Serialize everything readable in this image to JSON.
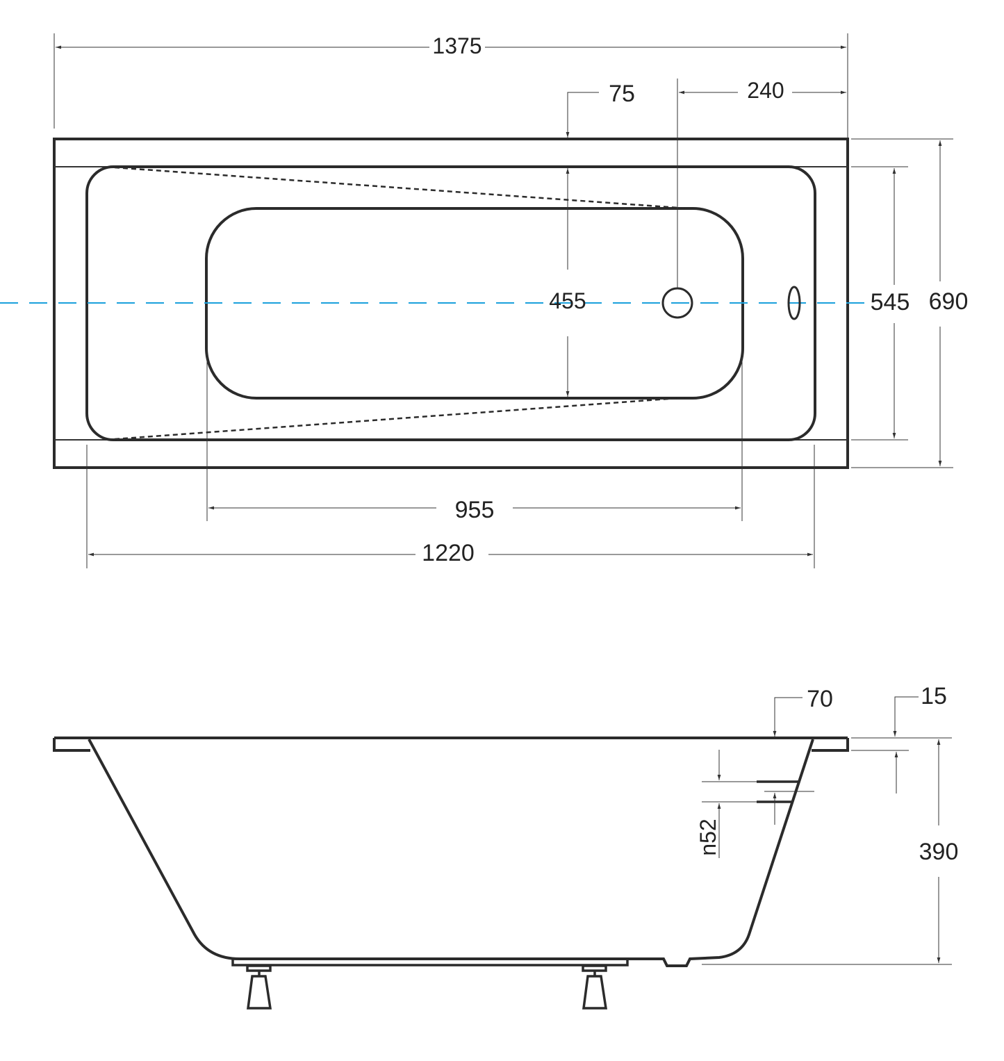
{
  "top_view": {
    "overall_length": "1375",
    "drain_offset": "240",
    "rim_width": "75",
    "floor_width": "455",
    "inner_width": "545",
    "overall_width": "690",
    "floor_length": "955",
    "inner_length": "1220"
  },
  "side_view": {
    "rim_width": "70",
    "rim_thickness": "15",
    "overflow_diameter": "n52",
    "height": "390"
  },
  "colors": {
    "lines": "#2b2b2b",
    "centerline": "#1aa0dc"
  }
}
